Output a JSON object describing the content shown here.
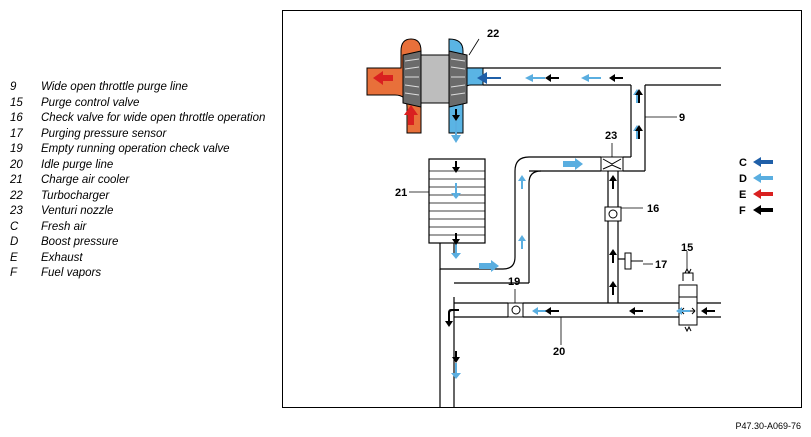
{
  "legend": {
    "items": [
      {
        "code": "9",
        "desc": "Wide open throttle purge line"
      },
      {
        "code": "15",
        "desc": "Purge control valve"
      },
      {
        "code": "16",
        "desc": "Check valve for wide open throttle operation"
      },
      {
        "code": "17",
        "desc": "Purging pressure sensor"
      },
      {
        "code": "19",
        "desc": "Empty running operation check valve"
      },
      {
        "code": "20",
        "desc": "Idle purge line"
      },
      {
        "code": "21",
        "desc": "Charge air cooler"
      },
      {
        "code": "22",
        "desc": "Turbocharger"
      },
      {
        "code": "23",
        "desc": "Venturi nozzle"
      },
      {
        "code": "C",
        "desc": "Fresh air"
      },
      {
        "code": "D",
        "desc": "Boost pressure"
      },
      {
        "code": "E",
        "desc": "Exhaust"
      },
      {
        "code": "F",
        "desc": "Fuel vapors"
      }
    ]
  },
  "diagram": {
    "callouts": {
      "c9": "9",
      "c15": "15",
      "c16": "16",
      "c17": "17",
      "c19": "19",
      "c20": "20",
      "c21": "21",
      "c22": "22",
      "c23": "23"
    },
    "key": [
      {
        "code": "C",
        "color": "#1f5fa8"
      },
      {
        "code": "D",
        "color": "#5aaee0"
      },
      {
        "code": "E",
        "color": "#d92020"
      },
      {
        "code": "F",
        "color": "#000000"
      }
    ]
  },
  "colors": {
    "fresh_air": "#1f5fa8",
    "boost": "#5aaee0",
    "exhaust": "#d92020",
    "fuel_vapor": "#000000",
    "exhaust_body": "#e8703a",
    "intake_body": "#5ab4e4"
  },
  "footer": {
    "doc_code": "P47.30-A069-76"
  }
}
